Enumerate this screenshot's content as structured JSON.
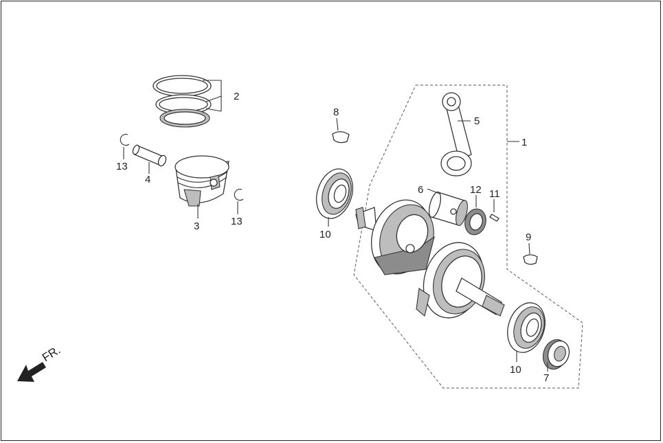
{
  "diagram": {
    "direction_label": "FR.",
    "callouts": {
      "c1": "1",
      "c2": "2",
      "c3": "3",
      "c4": "4",
      "c5": "5",
      "c6": "6",
      "c7": "7",
      "c8": "8",
      "c9": "9",
      "c10a": "10",
      "c10b": "10",
      "c11": "11",
      "c12": "12",
      "c13a": "13",
      "c13b": "13"
    }
  }
}
